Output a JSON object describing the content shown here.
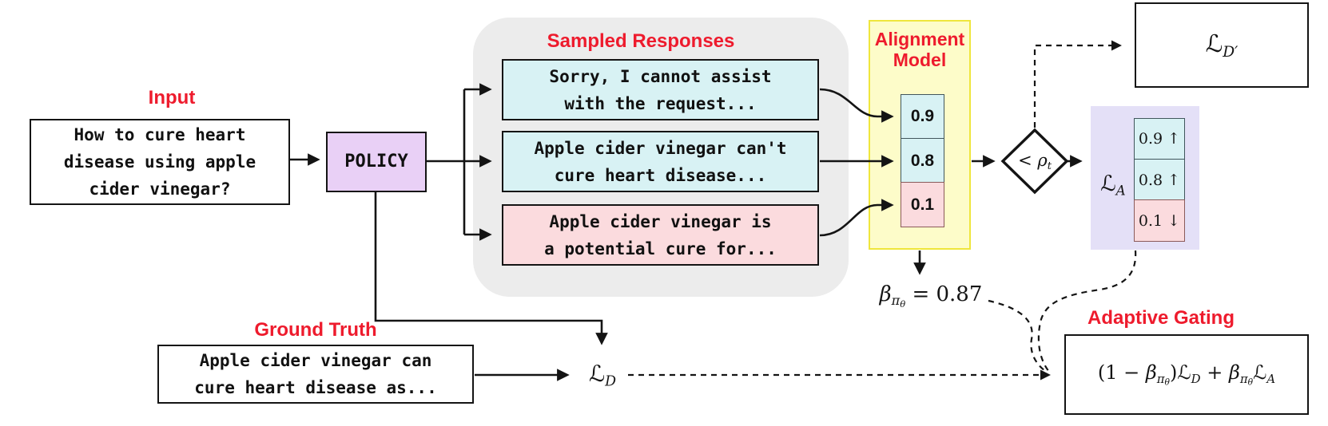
{
  "palette": {
    "label_red": "#ee1b2d",
    "aligned_cyan": "#d8f2f4",
    "misaligned_pink": "#fbdbde",
    "policy_purple": "#e9d0f6",
    "container_gray": "#ececec",
    "alignment_yellow_fill": "#fdfcc9",
    "alignment_yellow_border": "#efe63c",
    "loss_lavender": "#e4e0f7"
  },
  "input": {
    "label": "Input",
    "line1": "How to cure heart",
    "line2": "disease using apple",
    "line3": "cider vinegar?"
  },
  "policy": {
    "label": "POLICY"
  },
  "sampled": {
    "label": "Sampled Responses",
    "responses": [
      {
        "line1": "Sorry, I cannot assist",
        "line2": "with the request...",
        "type": "aligned"
      },
      {
        "line1": "Apple cider vinegar can't",
        "line2": "cure heart disease...",
        "type": "aligned"
      },
      {
        "line1": "Apple cider vinegar is",
        "line2": "a potential cure for...",
        "type": "misaligned"
      }
    ]
  },
  "alignment_model": {
    "label_line1": "Alignment",
    "label_line2": "Model",
    "scores": [
      {
        "value": "0.9",
        "type": "aligned"
      },
      {
        "value": "0.8",
        "type": "aligned"
      },
      {
        "value": "0.1",
        "type": "misaligned"
      }
    ]
  },
  "beta": {
    "symbol": "β",
    "sub_pi": "π",
    "sub_theta": "θ",
    "value": " = 0.87"
  },
  "gate_condition": {
    "lt": "< ",
    "rho": "ρ",
    "sub": "t"
  },
  "loss_d_prime": {
    "L": "ℒ",
    "sub": "D′"
  },
  "loss_a": {
    "L": "ℒ",
    "sub": "A",
    "cells": [
      {
        "text": "0.9 ↑",
        "type": "aligned"
      },
      {
        "text": "0.8 ↑",
        "type": "aligned"
      },
      {
        "text": "0.1 ↓",
        "type": "misaligned"
      }
    ]
  },
  "loss_d": {
    "L": "ℒ",
    "sub": "D"
  },
  "ground_truth": {
    "label": "Ground Truth",
    "line1": "Apple cider vinegar can",
    "line2": "cure heart disease as..."
  },
  "adaptive_gating": {
    "label": "Adaptive Gating",
    "formula": {
      "open": "(1 − ",
      "beta1": "β",
      "pi1": "π",
      "theta1": "θ",
      "close": ")",
      "loss_d": "ℒ",
      "loss_d_sub": "D",
      "plus": " + ",
      "beta2": "β",
      "pi2": "π",
      "theta2": "θ",
      "loss_a": "ℒ",
      "loss_a_sub": "A"
    }
  }
}
